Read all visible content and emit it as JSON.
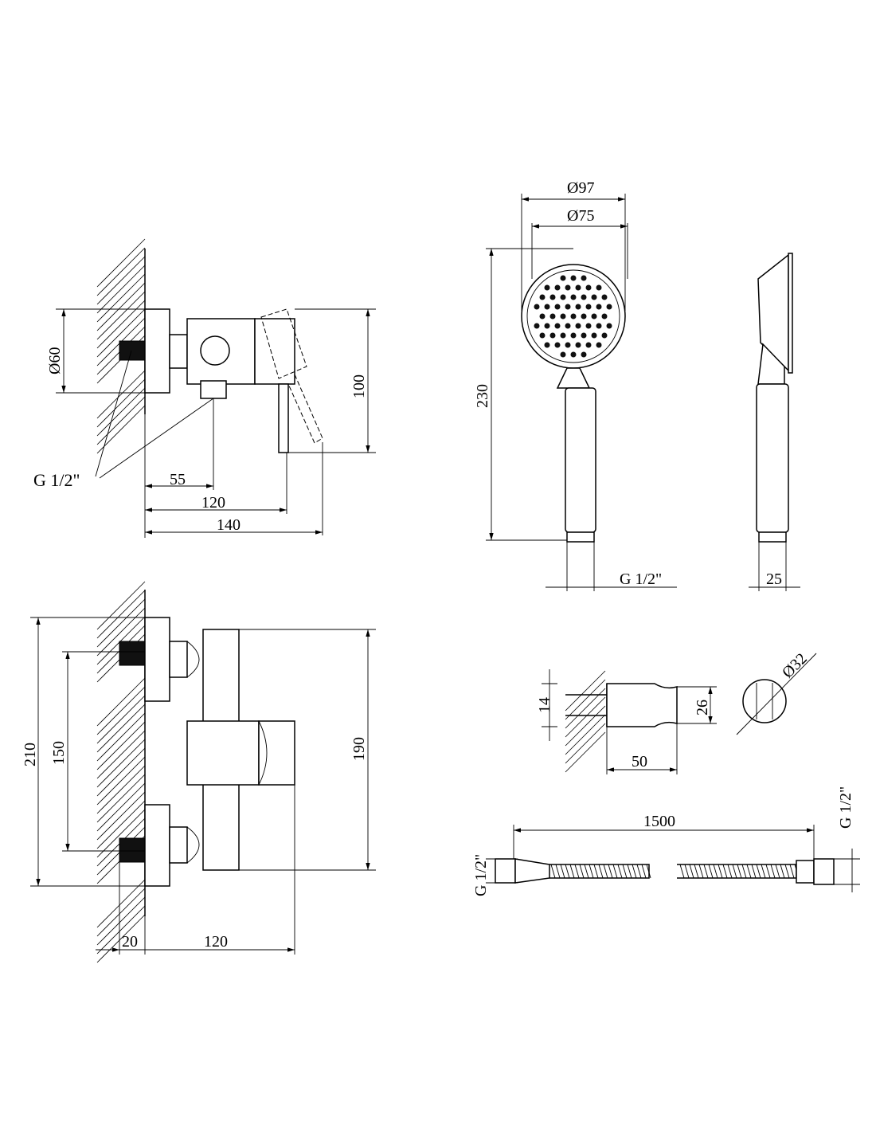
{
  "mixer_side_view": {
    "diameter_label": "Ø60",
    "thread_label": "G 1/2\"",
    "dim_55": "55",
    "dim_120": "120",
    "dim_140": "140",
    "dim_100": "100"
  },
  "shower_head_front": {
    "outer_diameter": "Ø97",
    "inner_diameter": "Ø75",
    "length": "230",
    "thread_label": "G 1/2\""
  },
  "shower_head_side": {
    "width": "25"
  },
  "mixer_front_view": {
    "dim_210": "210",
    "dim_150": "150",
    "dim_190": "190",
    "dim_20": "20",
    "dim_120": "120"
  },
  "wall_holder": {
    "dim_14": "14",
    "dim_26": "26",
    "dim_50": "50",
    "diameter": "Ø32"
  },
  "hose": {
    "length": "1500",
    "thread_left": "G 1/2\"",
    "thread_right": "G 1/2\""
  }
}
